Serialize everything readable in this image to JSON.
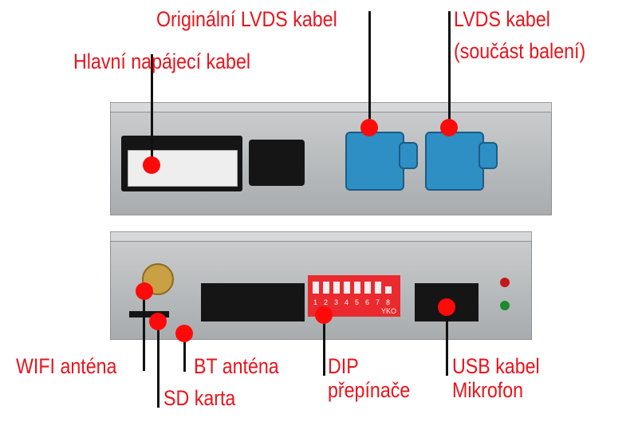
{
  "labels": {
    "original_lvds": "Originální LVDS kabel",
    "lvds_line1": "LVDS kabel",
    "lvds_line2": "(součást balení)",
    "main_power": "Hlavní napájecí kabel",
    "wifi": "WIFI anténa",
    "sd": "SD karta",
    "bt": "BT anténa",
    "dip_line1": "DIP",
    "dip_line2": "přepínače",
    "usb_line1": "USB kabel",
    "usb_line2": "Mikrofon"
  },
  "dip_switch": {
    "numbers": [
      "1",
      "2",
      "3",
      "4",
      "5",
      "6",
      "7",
      "8"
    ],
    "brand": "YKO"
  },
  "colors": {
    "label": "#e8141c",
    "marker": "#ff0a0a",
    "connector_blue": "#2e8fc4"
  }
}
